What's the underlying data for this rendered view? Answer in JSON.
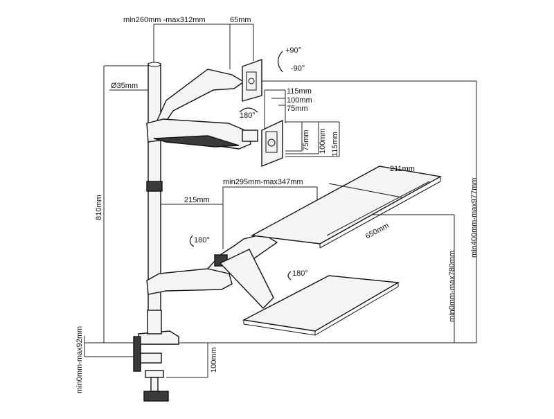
{
  "diagram": {
    "dimensions": {
      "top_arm_range": "min260mm -max312mm",
      "vesa_offset": "65mm",
      "pole_diameter": "Ø35mm",
      "vesa_115_top": "115mm",
      "vesa_100_top": "100mm",
      "vesa_75_top": "75mm",
      "vesa_75_side": "75mm",
      "vesa_100_side": "100mm",
      "vesa_115_side": "115mm",
      "pole_height": "810mm",
      "tray_arm_range": "min295mm-max347mm",
      "tray_offset": "215mm",
      "tray_depth": "211mm",
      "tray_width": "650mm",
      "overall_height": "min400mm-max977mm",
      "tray_height": "min0mm-max780mm",
      "clamp_range": "min0mm-max92mm",
      "clamp_depth": "100mm"
    },
    "rotations": {
      "tilt_up": "+90°",
      "tilt_down": "-90°",
      "screen_rotation": "180°",
      "arm_rotation": "180°",
      "keyboard_rotation": "180°"
    }
  }
}
